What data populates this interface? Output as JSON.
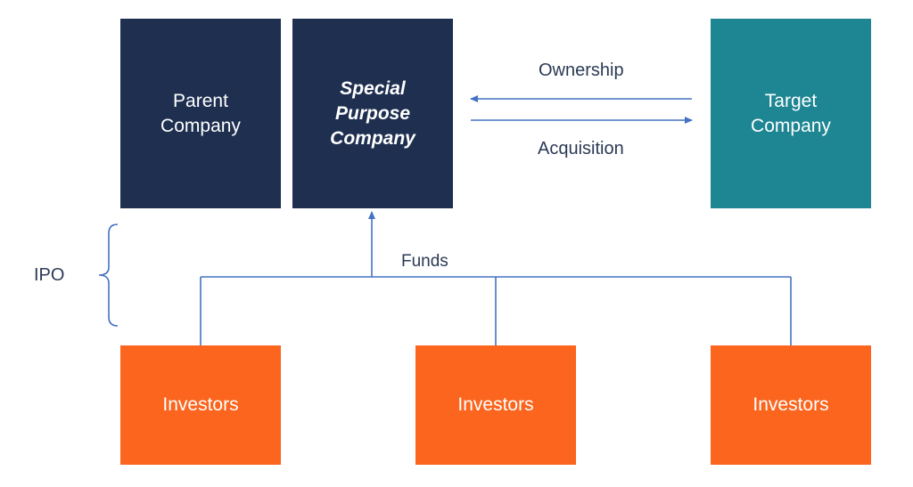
{
  "boxes": {
    "parent": {
      "line1": "Parent",
      "line2": "Company"
    },
    "spc": {
      "line1": "Special",
      "line2": "Purpose",
      "line3": "Company"
    },
    "target": {
      "line1": "Target",
      "line2": "Company"
    },
    "investors": [
      {
        "label": "Investors"
      },
      {
        "label": "Investors"
      },
      {
        "label": "Investors"
      }
    ]
  },
  "labels": {
    "ownership": "Ownership",
    "acquisition": "Acquisition",
    "funds": "Funds",
    "ipo": "IPO"
  },
  "colors": {
    "navy": "#1e2f50",
    "teal": "#1e8593",
    "orange": "#fb651e",
    "line": "#4472c4",
    "text": "#2b3a55"
  }
}
